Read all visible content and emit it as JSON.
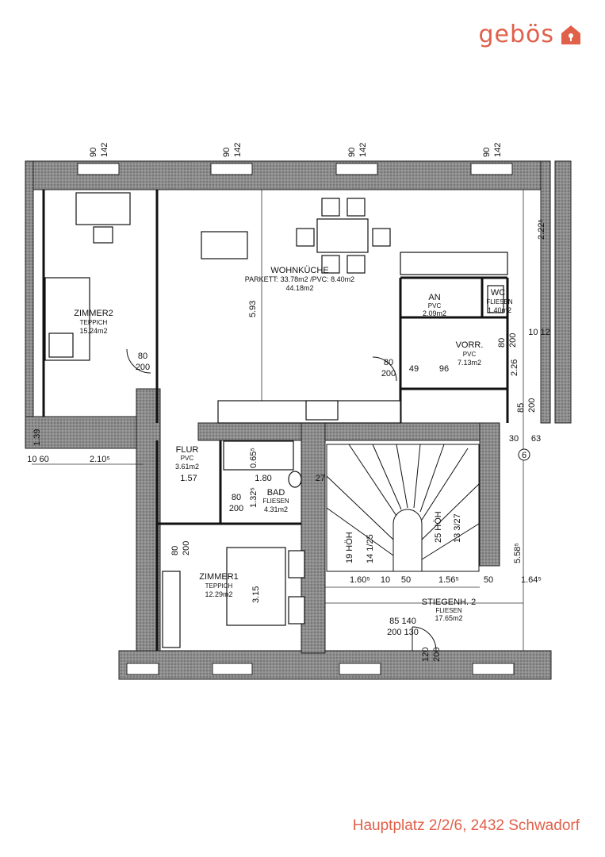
{
  "brand": {
    "name": "gebös",
    "color": "#e0604a"
  },
  "address": "Hauptplatz 2/2/6, 2432 Schwadorf",
  "window_marks": [
    "90",
    "142"
  ],
  "rooms": {
    "zimmer2": {
      "name": "ZIMMER2",
      "floor": "TEPPICH",
      "area": "15.24m2",
      "door_w": "80",
      "door_h": "200"
    },
    "wohnkueche": {
      "name": "WOHNKÜCHE",
      "floor": "PARKETT: 33.78m2 /PVC: 8.40m2",
      "area": "44.18m2",
      "height": "5.93"
    },
    "an": {
      "name": "AN",
      "floor": "PVC",
      "area": "2.09m2"
    },
    "wc": {
      "name": "WC",
      "floor": "FLIESEN",
      "area": "1.40m2"
    },
    "vorr": {
      "name": "VORR.",
      "floor": "PVC",
      "area": "7.13m2"
    },
    "flur": {
      "name": "FLUR",
      "floor": "PVC",
      "area": "3.61m2"
    },
    "bad": {
      "name": "BAD",
      "floor": "FLIESEN",
      "area": "4.31m2"
    },
    "zimmer1": {
      "name": "ZIMMER1",
      "floor": "TEPPICH",
      "area": "12.29m2"
    },
    "stiegenh": {
      "name": "STIEGENH. 2",
      "floor": "FLIESEN",
      "area": "17.65m2"
    }
  },
  "dims": {
    "d_225": "2.22⁵",
    "d_80a": "80",
    "d_200a": "200",
    "d_49": "49",
    "d_96": "96",
    "d_80b": "80",
    "d_200b": "200",
    "d_226": "2.26",
    "d_1012": "10 12",
    "d_30": "30",
    "d_63": "63",
    "d_6": "6",
    "d_139": "1.39",
    "d_1060": "10 60",
    "d_2105": "2.10⁵",
    "d_157": "1.57",
    "d_180": "1.80",
    "d_065": "0.65⁵",
    "d_27": "27",
    "d_132": "1.32⁵",
    "d_80c": "80",
    "d_200c": "200",
    "d_80d": "80",
    "d_200d": "200",
    "d_315": "3.15",
    "d_19hoeh": "19 HÖH",
    "d_1412": "14 1/25",
    "d_25hoeh": "25 HÖH",
    "d_1327": "13 3/27",
    "d_1605": "1.60⁵",
    "d_10": "10",
    "d_50a": "50",
    "d_1565": "1.56⁵",
    "d_50b": "50",
    "d_1645": "1.64⁵",
    "d_558": "5.58⁵",
    "d_85140": "85 140",
    "d_200130": "200 130",
    "d_120": "120",
    "d_200e": "200",
    "d_85": "85",
    "d_200f": "200"
  }
}
